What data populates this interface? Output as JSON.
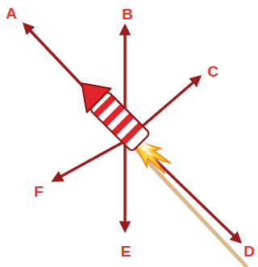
{
  "diagram": {
    "labels": [
      "A",
      "B",
      "C",
      "F",
      "E",
      "D"
    ]
  }
}
